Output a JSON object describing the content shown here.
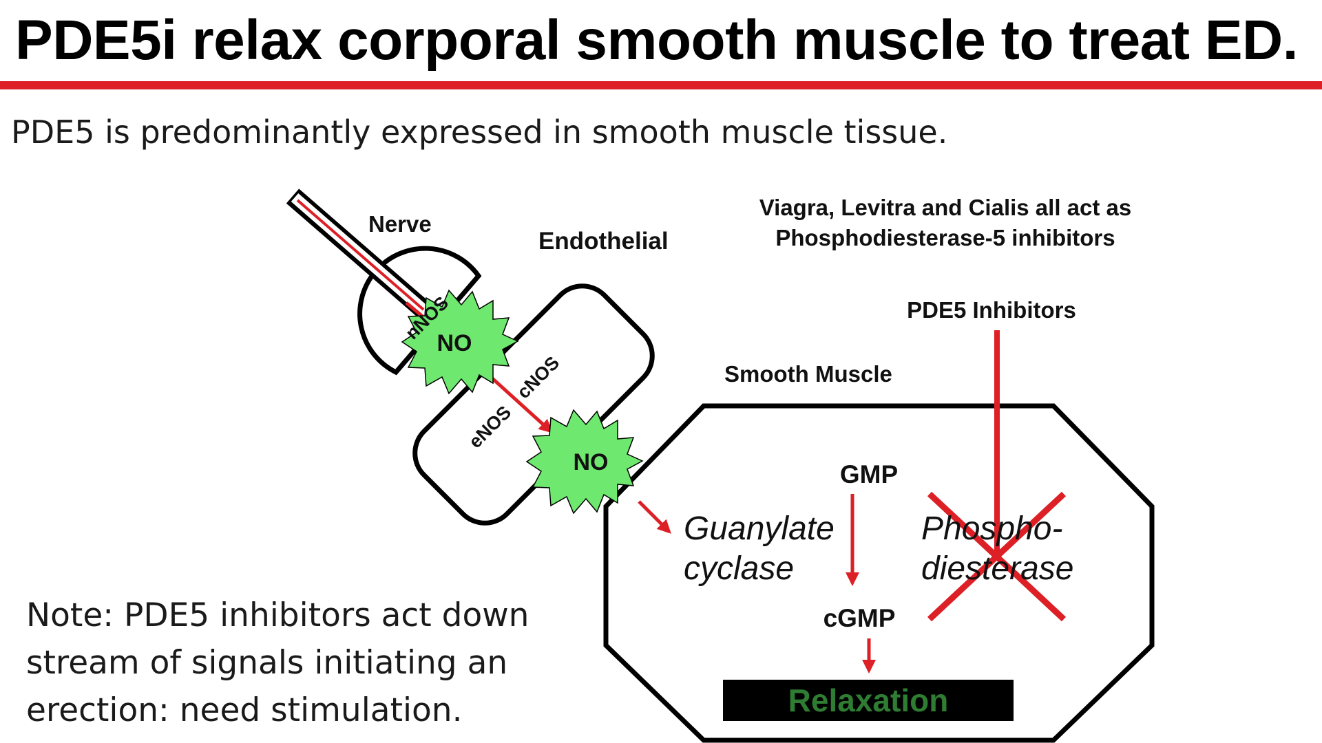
{
  "slide": {
    "title": "PDE5i relax corporal smooth muscle to treat ED.",
    "subtitle": "PDE5 is predominantly expressed in smooth muscle tissue.",
    "note_lines": [
      "Note: PDE5 inhibitors act down",
      "stream of signals initiating an",
      "erection: need stimulation."
    ]
  },
  "diagram": {
    "nerve_label": "Nerve",
    "endothelial_label": "Endothelial",
    "nnos_label": "nNOS",
    "enos_label": "eNOS",
    "cnos_label": "cNOS",
    "no_label_1": "NO",
    "no_label_2": "NO",
    "smooth_muscle_label": "Smooth Muscle",
    "drugs_line1": "Viagra, Levitra and Cialis all act as",
    "drugs_line2": "Phosphodiesterase-5 inhibitors",
    "pde5_inhibitors_label": "PDE5 Inhibitors",
    "gmp_label": "GMP",
    "cgmp_label": "cGMP",
    "guanylate_line1": "Guanylate",
    "guanylate_line2": "cyclase",
    "phospho_line1": "Phospho-",
    "phospho_line2": "diesterase",
    "relaxation_label": "Relaxation"
  },
  "colors": {
    "accent_red": "#dd1f26",
    "no_burst_green": "#6ee86e",
    "relaxation_text_green": "#2e7d32",
    "relaxation_box": "#000000"
  }
}
